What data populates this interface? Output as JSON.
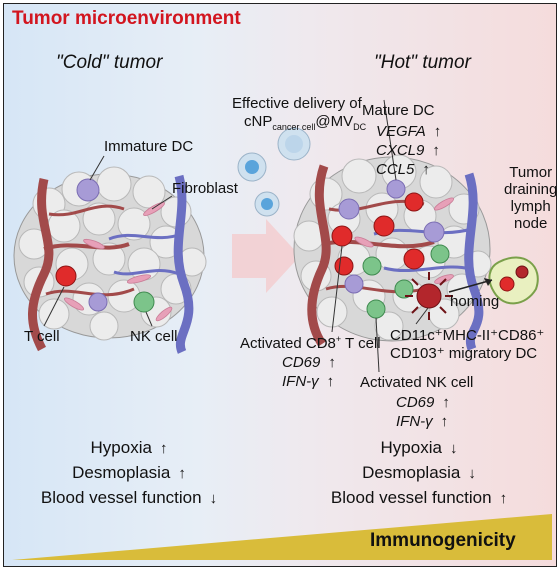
{
  "title": "Tumor microenvironment",
  "cold": {
    "heading": "\"Cold\" tumor",
    "immature_dc": "Immature DC",
    "fibroblast": "Fibroblast",
    "t_cell": "T cell",
    "nk_cell": "NK cell",
    "traits": [
      {
        "label": "Hypoxia",
        "dir": "↑"
      },
      {
        "label": "Desmoplasia",
        "dir": "↑"
      },
      {
        "label": "Blood vessel function",
        "dir": "↓"
      }
    ]
  },
  "delivery": {
    "line1": "Effective delivery of",
    "prefix": "cNP",
    "sub1": "cancer cell",
    "mid": "@MV",
    "sub2": "DC"
  },
  "hot": {
    "heading": "\"Hot\" tumor",
    "mature_dc": "Mature DC",
    "dc_markers": [
      {
        "label": "VEGFA",
        "dir": "↑"
      },
      {
        "label": "CXCL9",
        "dir": "↑"
      },
      {
        "label": "CCL5",
        "dir": "↑"
      }
    ],
    "lymph_node": [
      "Tumor",
      "draining",
      "lymph",
      "node"
    ],
    "homing": "homing",
    "cd8_label": "Activated CD8",
    "cd8_sup": "+",
    "cd8_suffix": " T cell",
    "cd8_markers": [
      {
        "label": "CD69",
        "dir": "↑"
      },
      {
        "label": "IFN-γ",
        "dir": "↑"
      }
    ],
    "mig_dc_line1": "CD11c⁺MHC-II⁺CD86⁺",
    "mig_dc_line2": "CD103⁺ migratory DC",
    "nk_label": "Activated NK cell",
    "nk_markers": [
      {
        "label": "CD69",
        "dir": "↑"
      },
      {
        "label": "IFN-γ",
        "dir": "↑"
      }
    ],
    "traits": [
      {
        "label": "Hypoxia",
        "dir": "↓"
      },
      {
        "label": "Desmoplasia",
        "dir": "↓"
      },
      {
        "label": "Blood vessel function",
        "dir": "↑"
      }
    ]
  },
  "bottom_bar": "Immunogenicity",
  "colors": {
    "title": "#d2151f",
    "bar": "#d9bc3a",
    "t_cell": "#e02b2b",
    "nk_cell": "#7cc48a",
    "dc": "#a79bd6",
    "mig_dc": "#b3262c",
    "vessel_red": "#a24a4a",
    "vessel_blue": "#6b6fc2"
  }
}
